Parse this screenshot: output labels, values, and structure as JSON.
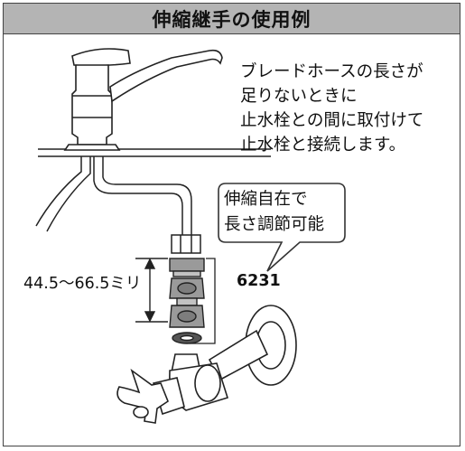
{
  "title": "伸縮継手の使用例",
  "note_lines": [
    "ブレードホースの長さが",
    "足りないときに",
    "止水栓との間に取付けて",
    "止水栓と接続します。"
  ],
  "callout_lines": [
    "伸縮自在で",
    "長さ調節可能"
  ],
  "range_label": "44.5〜66.5ミリ",
  "part_number": "6231"
}
